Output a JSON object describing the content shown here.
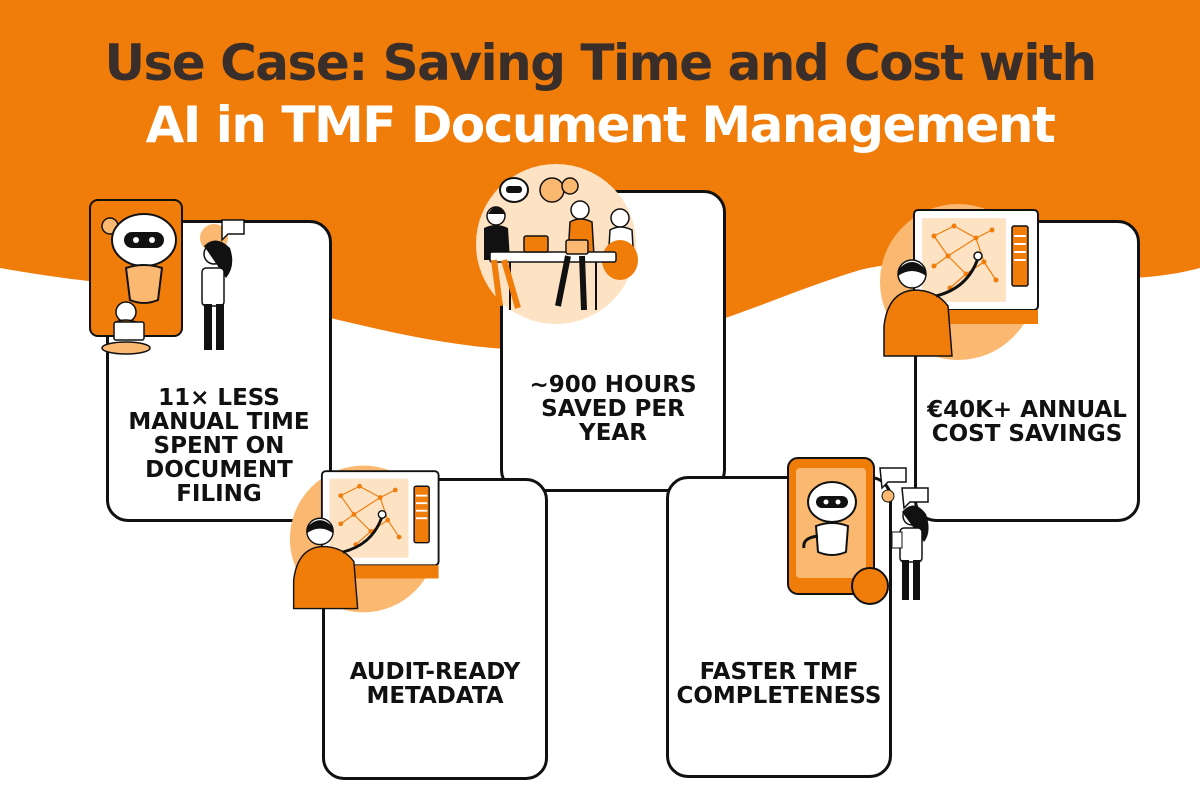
{
  "title": {
    "line1": "Use Case: Saving Time and Cost with",
    "line2": "AI in TMF Document Management"
  },
  "colors": {
    "orange": "#f07c0a",
    "light_orange": "#fbb871",
    "pale_orange": "#fde3c4",
    "dark": "#111111",
    "title_dark": "#3a2e2a",
    "white": "#ffffff"
  },
  "cards": [
    {
      "id": "manual-time",
      "label": "11× LESS MANUAL TIME SPENT ON DOCUMENT FILING",
      "illustration": "robot-assistant-illustration"
    },
    {
      "id": "hours-saved",
      "label": "~900 HOURS SAVED PER YEAR",
      "illustration": "team-meeting-illustration"
    },
    {
      "id": "cost-savings",
      "label": "€40K+ ANNUAL COST SAVINGS",
      "illustration": "network-screen-illustration"
    },
    {
      "id": "audit-ready",
      "label": "AUDIT-READY METADATA",
      "illustration": "network-screen-illustration"
    },
    {
      "id": "tmf-completeness",
      "label": "FASTER TMF COMPLETENESS",
      "illustration": "robot-phone-illustration"
    }
  ]
}
